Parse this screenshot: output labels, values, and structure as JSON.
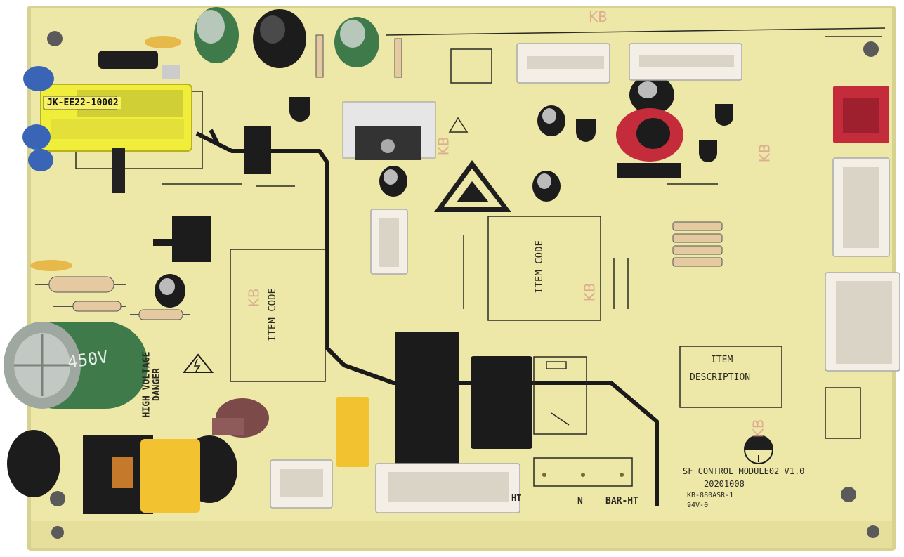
{
  "board": {
    "colors": {
      "pcb": "#ede7a8",
      "pcb_edge": "#d8d290",
      "trace": "#1a1a1a",
      "silkscreen": "#2a2a22",
      "capacitor_green": "#3f7a4a",
      "capacitor_black": "#1c1c1c",
      "relay_black": "#1b1b1b",
      "connector_white": "#f3efe6",
      "connector_red": "#c42c3c",
      "yellow_part": "#f2c230",
      "resistor_tan": "#e4c9a1",
      "mount_hole": "#5a5a5a",
      "watermark": "#d9a08a"
    },
    "transformer_label": "JK-EE22-10002",
    "capacitor_label": "450V",
    "warning_text_1": "HIGH VOLTAGE",
    "warning_text_2": "DANGER",
    "item_code_left": "ITEM CODE",
    "item_code_center": "ITEM CODE",
    "item_desc_1": "ITEM",
    "item_desc_2": "DESCRIPTION",
    "board_name": "SF_CONTROL_MODULE02 V1.0",
    "board_date": "20201008",
    "board_mark_1": "KB-880ASR-1",
    "board_mark_2": "94V-0",
    "terminal_n": "N",
    "terminal_bar_ht": "BAR-HT",
    "terminal_ht": "HT",
    "watermark": "KB"
  }
}
